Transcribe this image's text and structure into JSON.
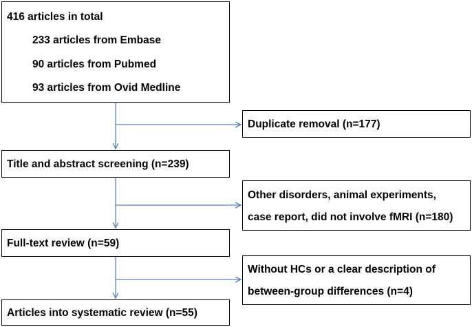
{
  "boxes": {
    "total": {
      "title": "416 articles in total",
      "sources": [
        "233 articles from Embase",
        "90 articles from Pubmed",
        "93 articles from Ovid Medline"
      ]
    },
    "duplicate": "Duplicate  removal (n=177)",
    "screening": "Title and abstract screening (n=239)",
    "exclusion1": [
      "Other disorders, animal experiments,",
      "case report, did not involve fMRI (n=180)"
    ],
    "fulltext": "Full-text review (n=59)",
    "exclusion2": [
      "Without HCs or a clear description of",
      "between-group differences (n=4)"
    ],
    "final": "Articles into systematic review (n=55)"
  },
  "colors": {
    "arrow": "#5b7fb4",
    "border": "#000000",
    "text": "#000000"
  }
}
